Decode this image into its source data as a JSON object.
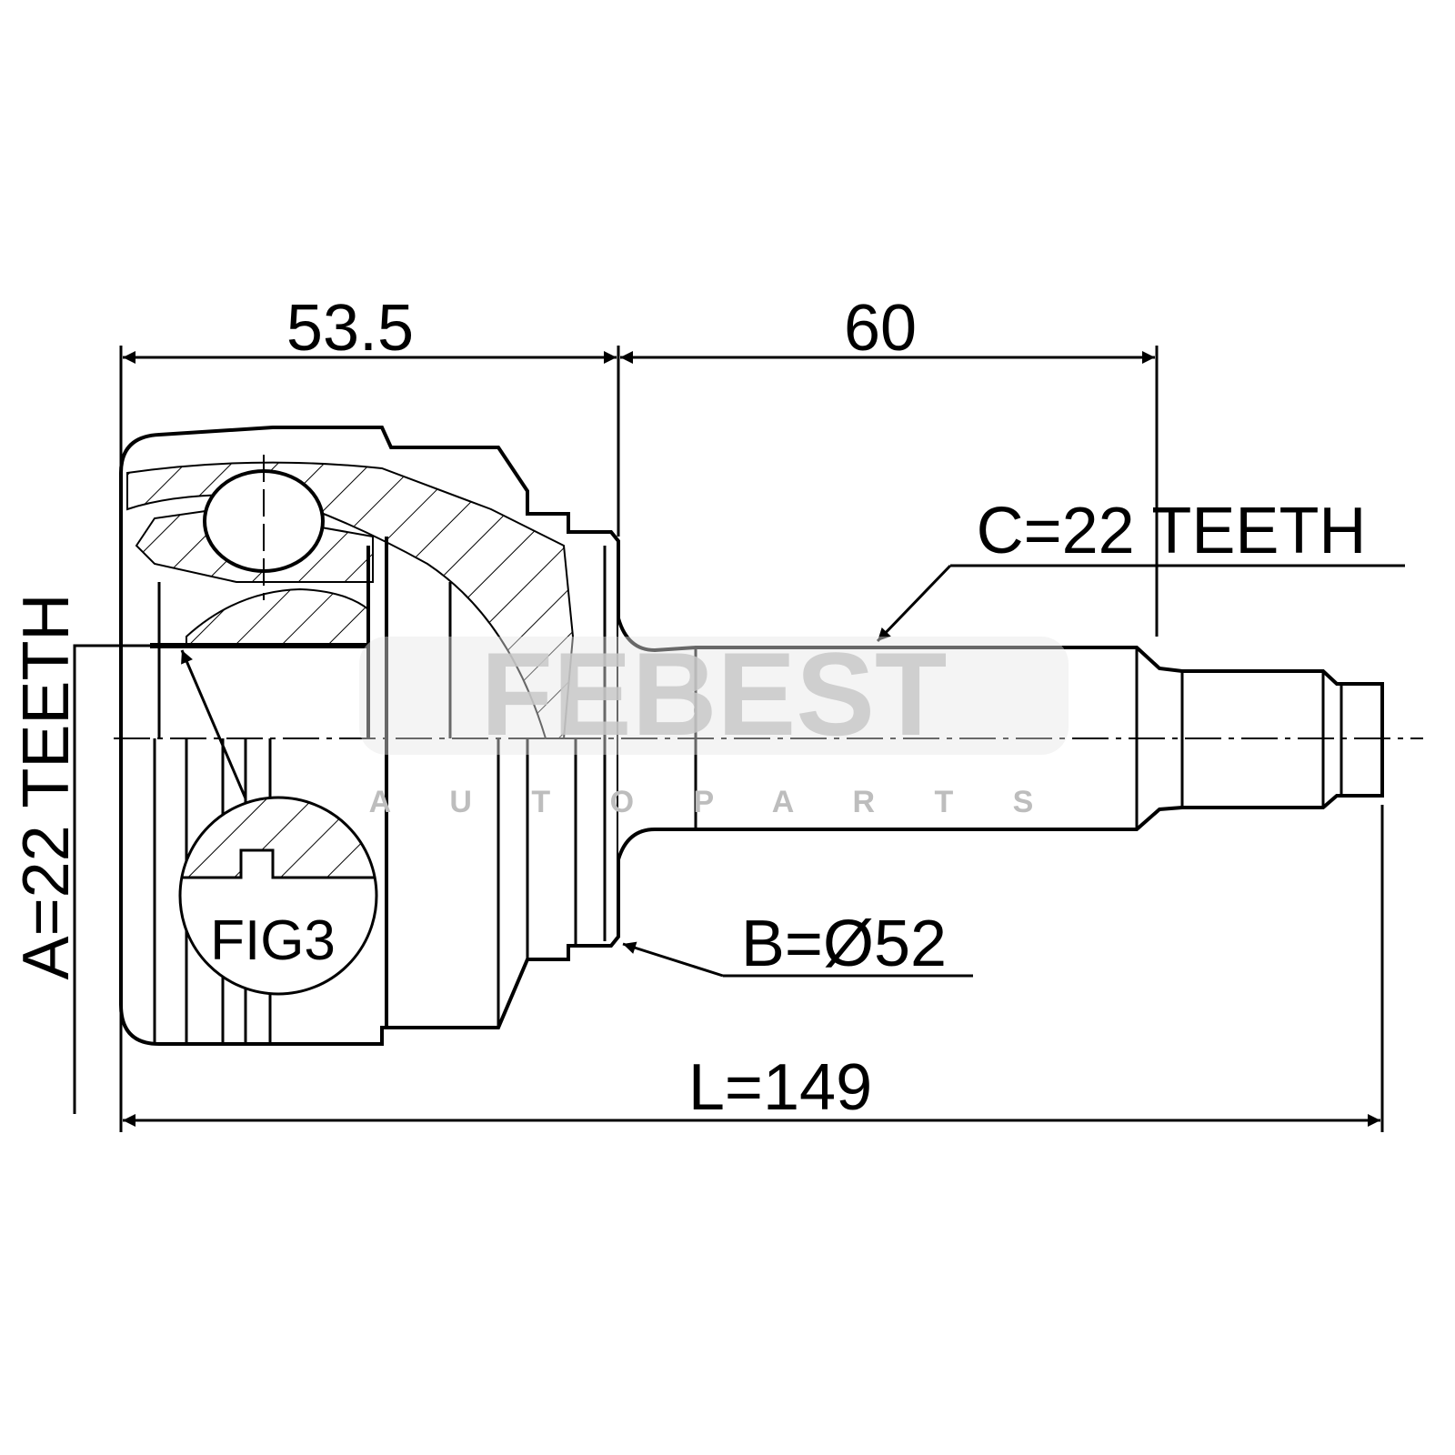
{
  "watermark": {
    "brand": "FEBEST",
    "subtitle": "A U T O   P A R T S",
    "color": "#e0e0e0"
  },
  "dimensions": {
    "housing_length": "53.5",
    "shaft_length": "60",
    "total_length": "L=149",
    "outer_diameter": "B=Ø52",
    "outer_spline": "C=22 TEETH",
    "inner_spline": "A=22 TEETH"
  },
  "detail": {
    "label": "FIG3"
  },
  "colors": {
    "line": "#000000",
    "background": "#ffffff"
  }
}
